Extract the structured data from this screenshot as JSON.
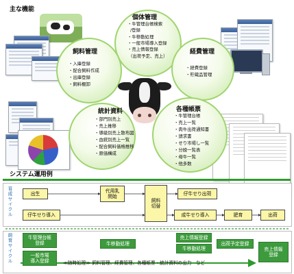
{
  "heading": "主な機能",
  "center_image": "cow-face-icon",
  "circles": {
    "kotai": {
      "title": "個体管理",
      "items": [
        "・牛管理台帳検索",
        "/登録",
        "・牛移動処理",
        "・一般市場導入登録",
        "・売上情報登録",
        "（出荷予定、売上）"
      ]
    },
    "shiryo": {
      "title": "飼料管理",
      "items": [
        "・入庫登録",
        "・配合飼料作成",
        "・出庫登録",
        "・飼料棚卸"
      ]
    },
    "keihi": {
      "title": "経費管理",
      "items": [
        "・経費登録",
        "・貯蔵品管理"
      ]
    },
    "tokei": {
      "title": "統計資料",
      "items": [
        "・部門別売上",
        "・売上推移",
        "・導級別売上散布図",
        "・血統別売上一覧",
        "・配合飼料価格推移",
        "・原価構成"
      ]
    },
    "kakushu": {
      "title": "各種帳票",
      "items": [
        "・牛管理台帳",
        "・売上一覧",
        "・肉牛出荷通知書",
        "・請求書",
        "・せり市場し一覧",
        "・分娩一覧表",
        "・母牛一覧",
        "・他多数"
      ]
    }
  },
  "system_title": "システム運用例",
  "flow_rearing": {
    "label": "育成サイクル",
    "row1": {
      "birth": "出生",
      "feed_start": "代用乳\n開始",
      "switch": "飼料\n切替",
      "calf_out": "仔牛せり出荷"
    },
    "row2": {
      "calf_in": "仔牛せり導入",
      "adult_in": "成牛せり導入",
      "fattening": "肥育",
      "ship": "出荷"
    }
  },
  "flow_feeding": {
    "label": "飼育サイクル",
    "ledger": "牛管理台帳\n登録",
    "market_in": "一般市場\n導入登録",
    "move": "牛移動処理",
    "sales_info": "売上情報登録",
    "move2": "牛移動処理",
    "ship_plan": "出荷予定登録",
    "sales_final": "売上情報\n登録",
    "footer_text": "≪随時処理≫ 飼料管理、経費管理、各種帳票・統計資料の出力　など"
  },
  "colors": {
    "circle_border": "#9fd46f",
    "green_box": "#3d9b3d",
    "yellow_box": "#fbf6a8",
    "band": "#2e9a2e",
    "label_blue": "#2f6fae"
  }
}
